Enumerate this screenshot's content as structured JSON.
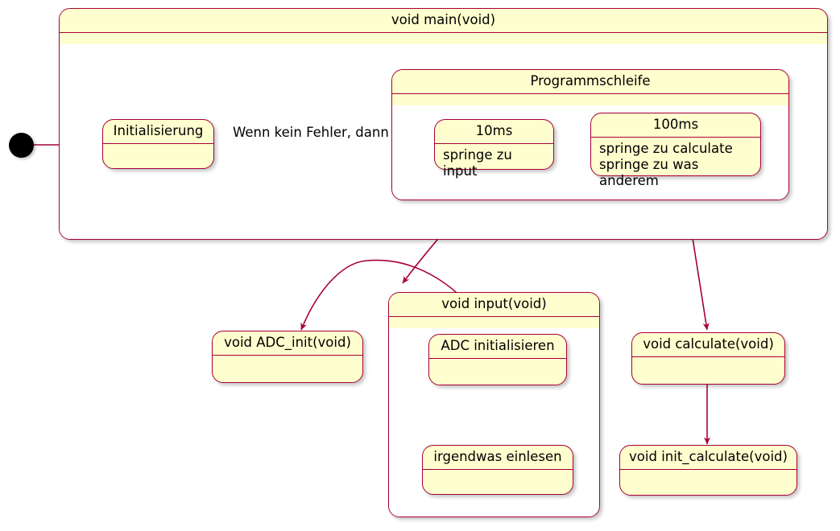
{
  "diagram": {
    "type": "uml-state-diagram",
    "colors": {
      "state_fill": "#FEFECE",
      "state_border": "#A80036",
      "arrow": "#A80036",
      "region_fill": "#FFFFFF",
      "text": "#000000",
      "start_node": "#000000",
      "page_background": "#FFFFFF"
    }
  },
  "main": {
    "title": "void main(void)"
  },
  "initialisierung": {
    "title": "Initialisierung",
    "body": ""
  },
  "transition_main": {
    "label": "Wenn kein Fehler, dann"
  },
  "programmschleife": {
    "title": "Programmschleife"
  },
  "timer_10ms": {
    "title": "10ms",
    "body": "springe zu input"
  },
  "timer_100ms": {
    "title": "100ms",
    "body": "springe zu calculate\nspringe zu was anderem"
  },
  "adc_init": {
    "title": "void ADC_init(void)",
    "body": ""
  },
  "input": {
    "title": "void input(void)"
  },
  "adc_initialisieren": {
    "title": "ADC initialisieren",
    "body": ""
  },
  "irgendwas_einlesen": {
    "title": "irgendwas einlesen",
    "body": ""
  },
  "calculate": {
    "title": "void calculate(void)",
    "body": ""
  },
  "init_calculate": {
    "title": "void init_calculate(void)",
    "body": ""
  }
}
